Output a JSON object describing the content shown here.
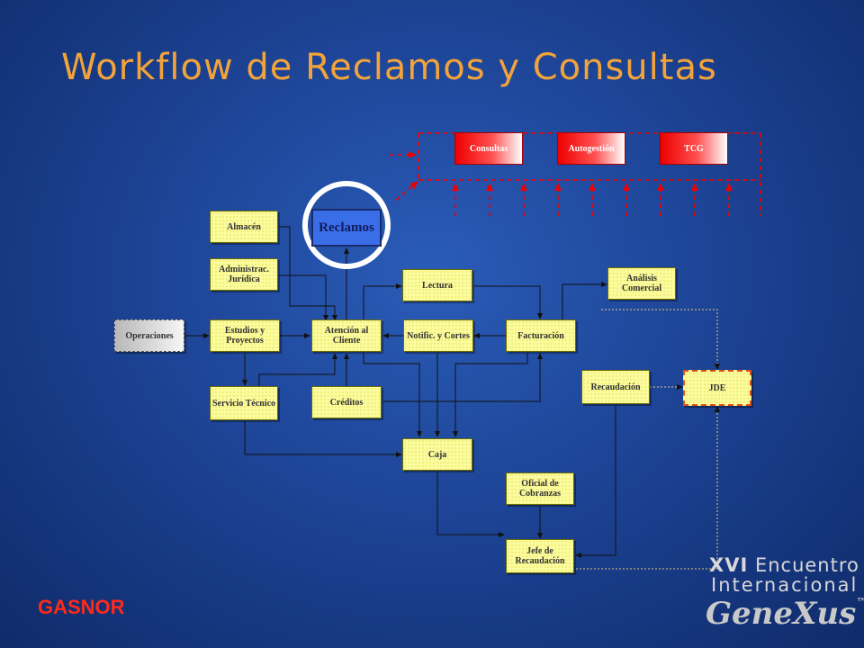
{
  "slide": {
    "title": "Workflow de Reclamos y Consultas",
    "company": "GASNOR",
    "event_line1_bold": "XVI",
    "event_line1": "Encuentro",
    "event_line2": "Internacional",
    "brand": "GeneXus",
    "trademark": "™"
  },
  "diagram": {
    "nodes": {
      "consultas": "Consultas",
      "autogestion": "Autogestión",
      "tcg": "TCG",
      "almacen": "Almacén",
      "reclamos": "Reclamos",
      "administrac": "Administrac. Jurídica",
      "lectura": "Lectura",
      "analisis": "Análisis Comercial",
      "operaciones": "Operaciones",
      "estudios": "Estudios y Proyectos",
      "atencion": "Atención al Cliente",
      "notific": "Notific. y Cortes",
      "facturacion": "Facturación",
      "recaudacion": "Recaudación",
      "jde": "JDE",
      "servicio": "Servicio Técnico",
      "creditos": "Créditos",
      "caja": "Caja",
      "oficial": "Oficial de Cobranzas",
      "jefe": "Jefe de Recaudación"
    },
    "colors": {
      "title": "#f2a33a",
      "company": "#ff2a1a",
      "highlight_circle": "#ffffff",
      "portal_arrows": "#ee0000",
      "node_fill": "#fbfba0"
    }
  }
}
